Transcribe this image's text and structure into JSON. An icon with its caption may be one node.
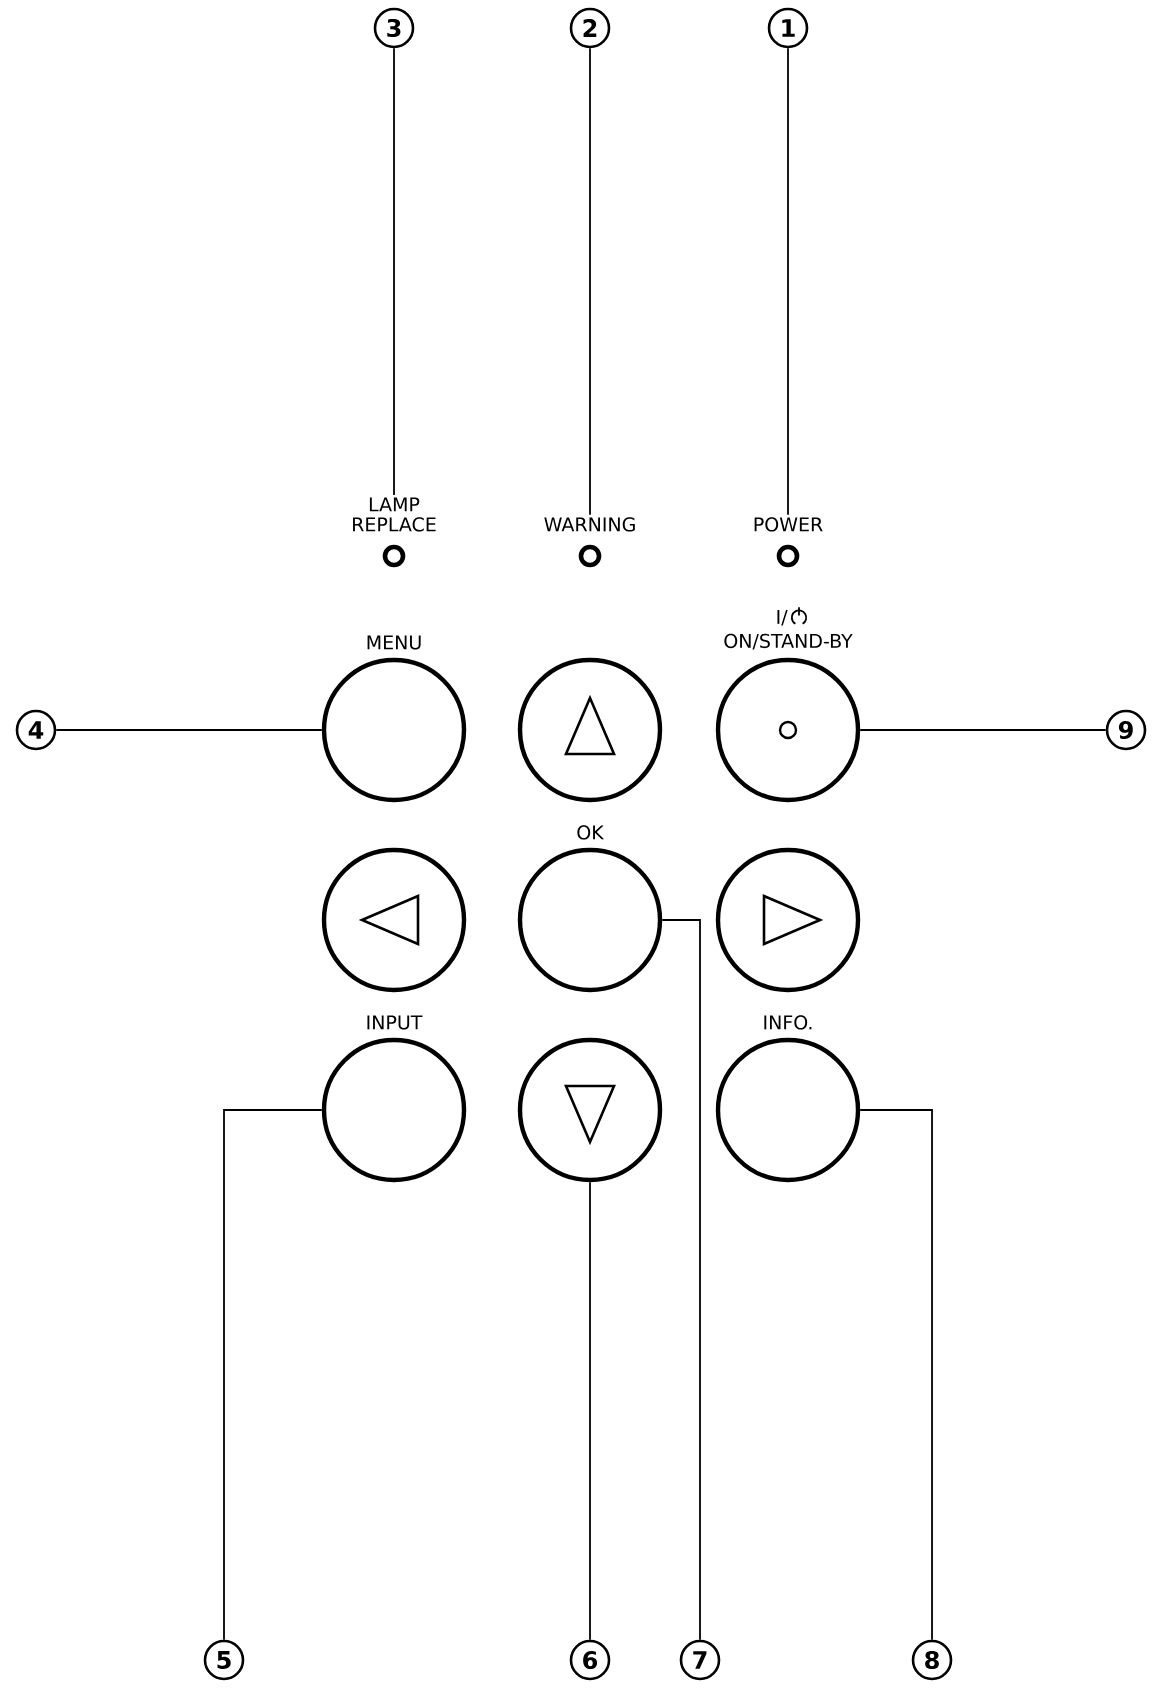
{
  "diagram": {
    "nodes": [
      {
        "text": [
          "1"
        ]
      },
      {
        "text": [
          "2"
        ]
      },
      {
        "text": [
          "3"
        ]
      },
      {
        "text": [
          "POWER"
        ]
      },
      {
        "text": [
          "WARNING"
        ]
      },
      {
        "text": [
          "LAMP REPLACE"
        ]
      },
      {
        "text": [
          "4"
        ]
      },
      {
        "text": [
          "MENU"
        ]
      },
      {
        "text": [],
        "shape": "circle"
      },
      {
        "text": [
          "I/",
          "ON/STAND-BY"
        ]
      },
      {
        "text": [
          "9"
        ]
      },
      {
        "text": [],
        "shape": "circle"
      },
      {
        "text": [
          "OK"
        ]
      },
      {
        "text": [],
        "shape": "circle"
      },
      {
        "text": [
          "INPUT"
        ]
      },
      {
        "text": [],
        "shape": "circle"
      },
      {
        "text": [
          "INFO."
        ]
      },
      {
        "text": [
          "5"
        ]
      },
      {
        "text": [
          "6"
        ]
      },
      {
        "text": [
          "7"
        ]
      },
      {
        "text": [
          "8"
        ]
      }
    ],
    "edges": [
      {
        "from": 0,
        "to": 3,
        "arrow": "none"
      },
      {
        "from": 1,
        "to": 4,
        "arrow": "none"
      },
      {
        "from": 2,
        "to": 5,
        "arrow": "none"
      },
      {
        "from": 6,
        "to": 7,
        "arrow": "none"
      },
      {
        "from": 10,
        "to": 9,
        "arrow": "none"
      },
      {
        "from": 17,
        "to": 14,
        "arrow": "none"
      },
      {
        "from": 18,
        "to": 15,
        "arrow": "none"
      },
      {
        "from": 19,
        "to": 12,
        "arrow": "none"
      },
      {
        "from": 20,
        "to": 16,
        "arrow": "none"
      }
    ]
  }
}
